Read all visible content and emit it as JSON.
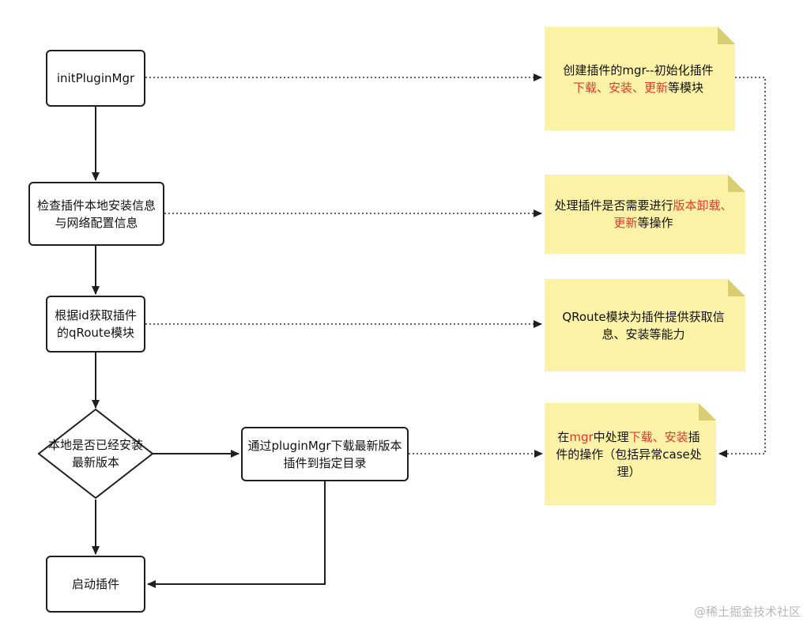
{
  "nodes": {
    "init": "initPluginMgr",
    "check": "检查插件本地安装信息与网络配置信息",
    "qroute": "根据id获取插件的qRoute模块",
    "decision": "本地是否已经安装最新版本",
    "download": "通过pluginMgr下载最新版本插件到指定目录",
    "start": "启动插件"
  },
  "notes": {
    "note1": {
      "line1": "创建插件的mgr--初始化插件",
      "red": "下载、安装、更新",
      "tail": "等模块"
    },
    "note2": {
      "pre": "处理插件是否需要进行",
      "red": "版本卸载、更新",
      "tail": "等操作"
    },
    "note3": {
      "text": "QRoute模块为插件提供获取信息、安装等能力"
    },
    "note4": {
      "pre": "在",
      "red1": "mgr",
      "mid": "中处理",
      "red2": "下载、安装",
      "tail": "插件的操作（包括异常case处理）"
    }
  },
  "watermark": "@稀土掘金技术社区",
  "colors": {
    "note_fill": "#fbf1a7",
    "highlight": "#e03a2f",
    "stroke": "#1f1f1f"
  }
}
